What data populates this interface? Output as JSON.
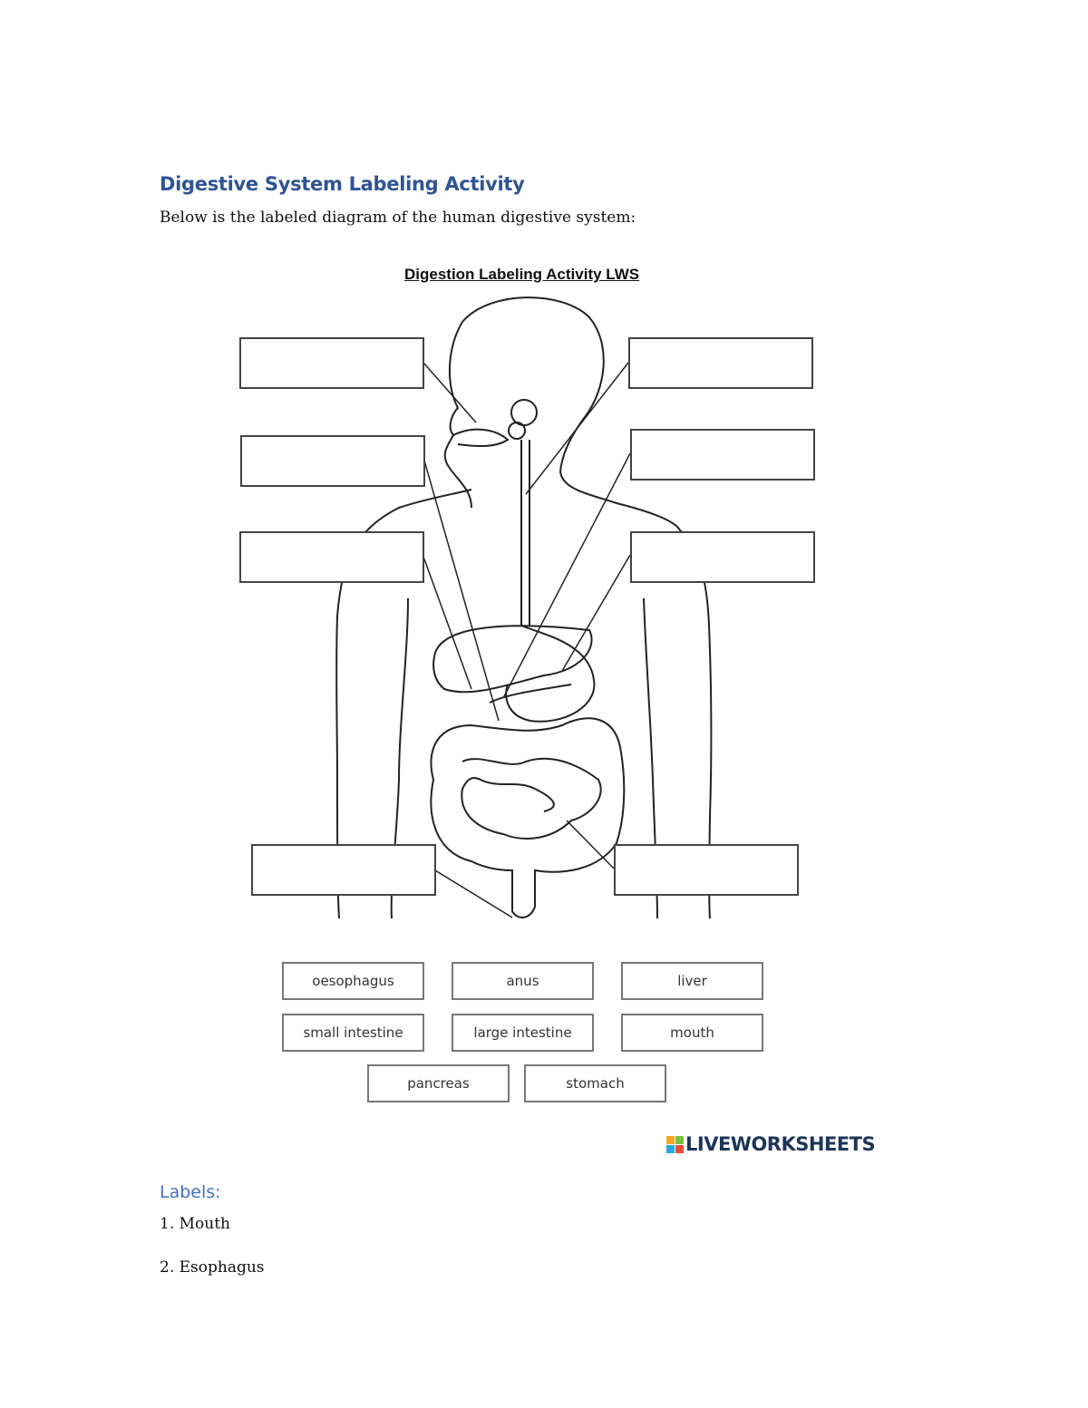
{
  "heading": "Digestive System Labeling Activity",
  "intro": "Below is the labeled diagram of the human digestive system:",
  "diagram": {
    "title": "Digestion Labeling Activity LWS",
    "blank_label_count": 8,
    "word_bank": [
      "oesophagus",
      "anus",
      "liver",
      "small intestine",
      "large intestine",
      "mouth",
      "pancreas",
      "stomach"
    ]
  },
  "logo": {
    "text": "LIVEWORKSHEETS",
    "colors": [
      "#f4a623",
      "#7ac143",
      "#29a8e0",
      "#e94e3c"
    ]
  },
  "labels_section": {
    "heading": "Labels:",
    "items": [
      "1. Mouth",
      "2. Esophagus"
    ]
  },
  "colors": {
    "heading": "#2f5496",
    "labels_heading": "#4472c4"
  }
}
